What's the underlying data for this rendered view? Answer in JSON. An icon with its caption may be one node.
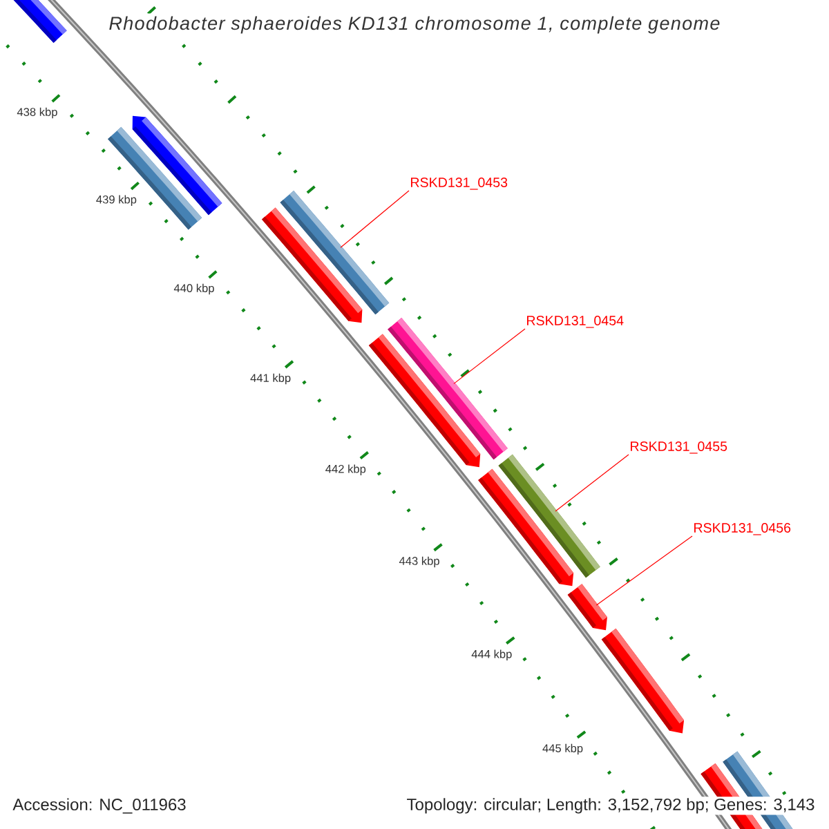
{
  "diagram": {
    "title": "Rhodobacter sphaeroides KD131 chromosome 1, complete genome",
    "nodes": [
      {
        "text": [
          "RSKD131_0453"
        ]
      },
      {
        "text": [
          "RSKD131_0454"
        ]
      },
      {
        "text": [
          "RSKD131_0455"
        ]
      },
      {
        "text": [
          "RSKD131_0456"
        ]
      },
      {
        "text": [],
        "shape": "bar"
      },
      {
        "text": [],
        "shape": "bar"
      },
      {
        "text": [],
        "shape": "bar"
      },
      {
        "text": [],
        "shape": "arrow"
      }
    ],
    "edges": [
      {
        "from": 0,
        "to": 4,
        "arrow": "none"
      },
      {
        "from": 1,
        "to": 5,
        "arrow": "none"
      },
      {
        "from": 2,
        "to": 6,
        "arrow": "none"
      },
      {
        "from": 3,
        "to": 7,
        "arrow": "none"
      }
    ],
    "labels": [
      "438 kbp",
      "439 kbp",
      "440 kbp",
      "441 kbp",
      "442 kbp",
      "443 kbp",
      "444 kbp",
      "445 kbp",
      "Accession: NC_011963",
      "Topology: circular; Length: 3,152,792 bp; Genes: 3,143"
    ]
  }
}
